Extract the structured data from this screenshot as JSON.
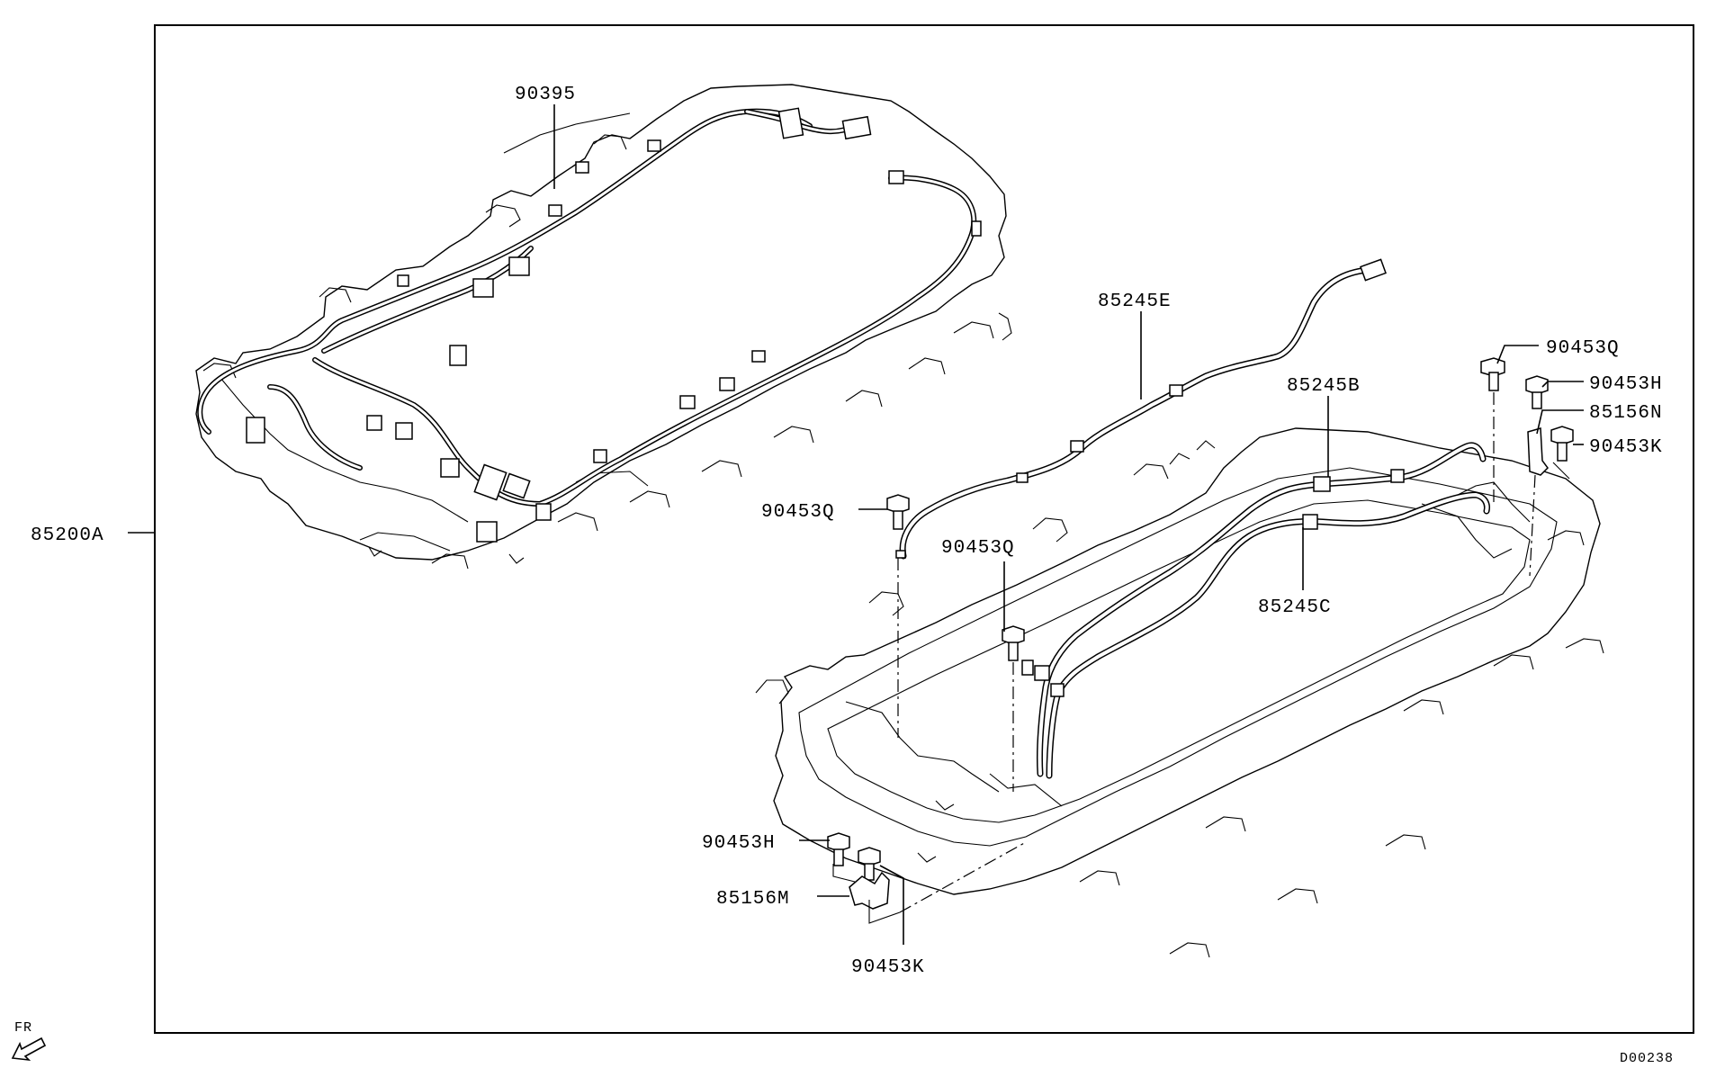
{
  "callouts": {
    "harness_90395": "90395",
    "assembly_85200A": "85200A",
    "cable_85245E": "85245E",
    "cable_85245B": "85245B",
    "cable_85245C": "85245C",
    "bolt_90453Q_top_right": "90453Q",
    "bolt_90453H_right": "90453H",
    "bracket_85156N": "85156N",
    "bolt_90453K_right": "90453K",
    "bolt_90453Q_mid_left": "90453Q",
    "bolt_90453Q_mid": "90453Q",
    "bolt_90453H_bottom": "90453H",
    "bracket_85156M": "85156M",
    "bolt_90453K_bottom": "90453K"
  },
  "direction_marker": "FR",
  "drawing_code": "D00238",
  "icons": {
    "front_arrow": "front-direction-arrow-icon"
  }
}
